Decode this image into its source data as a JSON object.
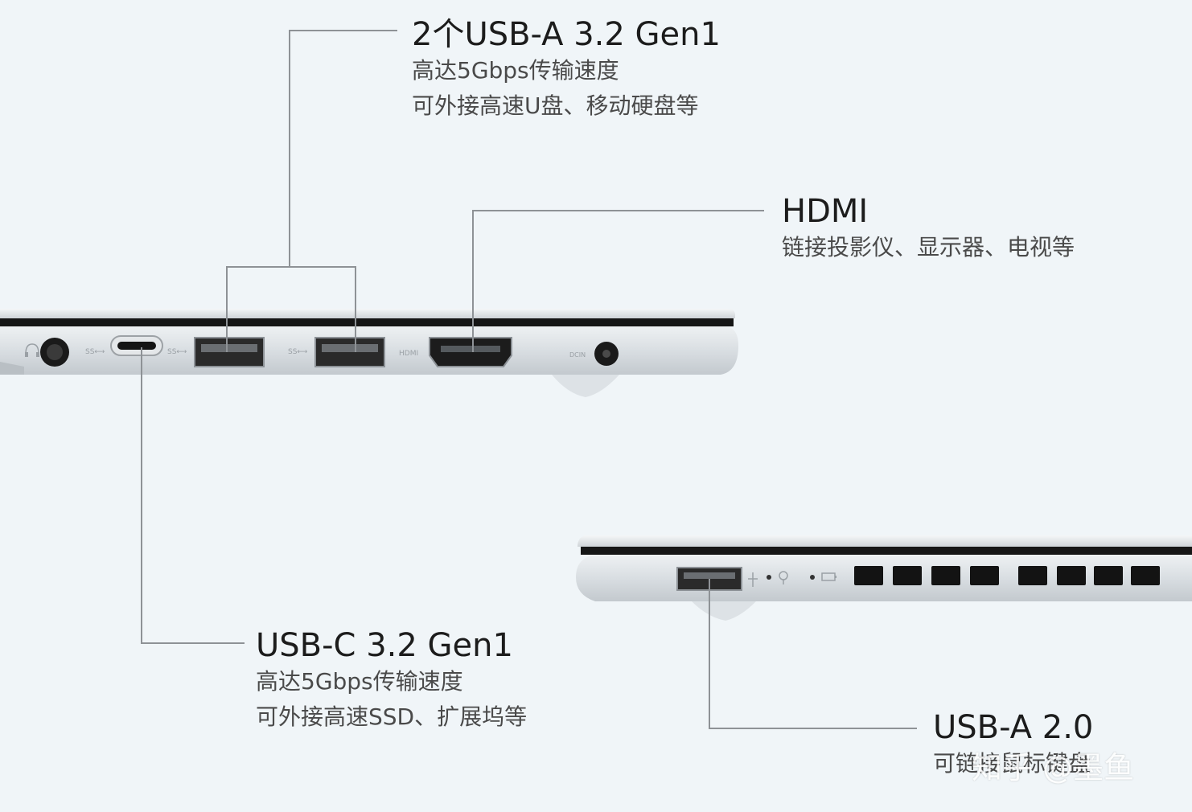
{
  "colors": {
    "background": "#f0f5f8",
    "leader_line": "#8e9296",
    "body_silver": "#d8dde1",
    "port_dark": "#111111",
    "title_text": "#1c1c1c",
    "desc_text": "#4a4a4a"
  },
  "labels": {
    "usb_a_32": {
      "title": "2个USB-A 3.2 Gen1",
      "line1": "高达5Gbps传输速度",
      "line2": "可外接高速U盘、移动硬盘等"
    },
    "hdmi": {
      "title": "HDMI",
      "line1": "链接投影仪、显示器、电视等"
    },
    "usb_c_32": {
      "title": "USB-C 3.2 Gen1",
      "line1": "高达5Gbps传输速度",
      "line2": "可外接高速SSD、扩展坞等"
    },
    "usb_a_20": {
      "title": "USB-A 2.0",
      "line1": "可链接鼠标键盘"
    }
  },
  "port_markings": {
    "ss_1": "SS⟷",
    "ss_2": "SS⟷",
    "ss_3": "SS⟷",
    "hdmi": "HDMI",
    "dcin": "DCIN"
  },
  "icons": {
    "audio_jack": "headset-icon",
    "usb_2_symbol": "usb-icon",
    "power_led": "lightbulb-icon",
    "battery_led": "battery-icon"
  },
  "watermark": "知乎 @墨鱼"
}
